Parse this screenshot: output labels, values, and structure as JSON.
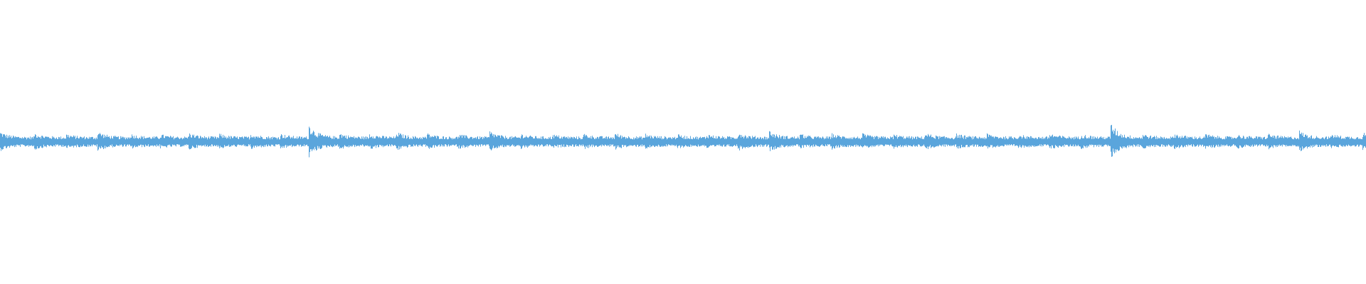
{
  "waveform": {
    "color": "#5aa5dc",
    "background": "#ffffff",
    "amplitude_scale_note": "",
    "transients": [
      0.0,
      0.025,
      0.048,
      0.071,
      0.095,
      0.117,
      0.138,
      0.16,
      0.183,
      0.205,
      0.226,
      0.248,
      0.27,
      0.29,
      0.312,
      0.335,
      0.358,
      0.381,
      0.404,
      0.427,
      0.45,
      0.472,
      0.495,
      0.517,
      0.54,
      0.563,
      0.585,
      0.608,
      0.631,
      0.654,
      0.677,
      0.7,
      0.722,
      0.745,
      0.768,
      0.791,
      0.813,
      0.836,
      0.859,
      0.882,
      0.905,
      0.928,
      0.951,
      0.974,
      0.997
    ],
    "transient_levels": [
      0.55,
      0.5,
      0.45,
      0.6,
      0.45,
      0.42,
      0.5,
      0.45,
      0.48,
      0.45,
      0.95,
      0.5,
      0.48,
      0.55,
      0.48,
      0.45,
      0.6,
      0.45,
      0.42,
      0.45,
      0.48,
      0.45,
      0.42,
      0.45,
      0.55,
      0.6,
      0.45,
      0.48,
      0.45,
      0.42,
      0.5,
      0.45,
      0.45,
      0.42,
      0.48,
      0.45,
      1.0,
      0.45,
      0.48,
      0.45,
      0.42,
      0.45,
      0.6,
      0.45,
      0.55
    ],
    "base_level": 0.28
  }
}
